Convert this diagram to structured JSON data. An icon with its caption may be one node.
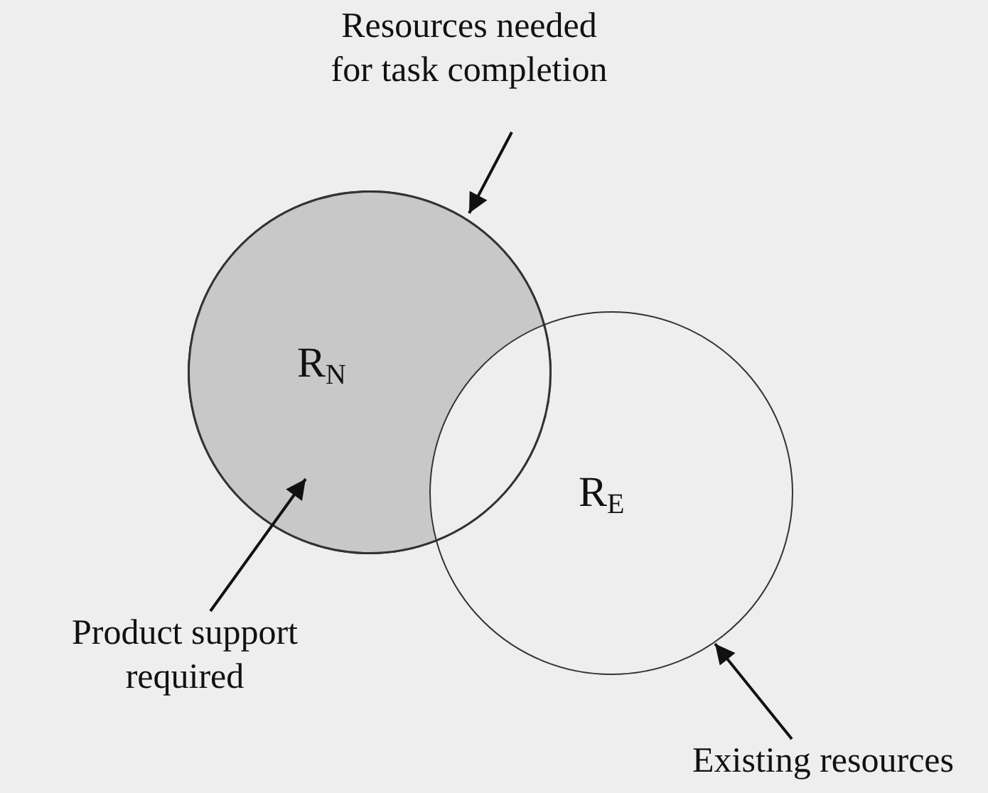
{
  "diagram": {
    "nodes": [
      {
        "text": [
          "R$_{N}$"
        ]
      },
      {
        "text": [
          "R$_{E}$"
        ]
      },
      {
        "text": [
          "Resources needed for task completion"
        ]
      },
      {
        "text": [
          "Product support required"
        ]
      },
      {
        "text": [
          "Existing resources"
        ]
      }
    ],
    "edges": [
      {
        "from": 2,
        "to": 0,
        "arrow": "to"
      },
      {
        "from": 3,
        "to": 0,
        "arrow": "to"
      },
      {
        "from": 4,
        "to": 1,
        "arrow": "to"
      }
    ]
  }
}
